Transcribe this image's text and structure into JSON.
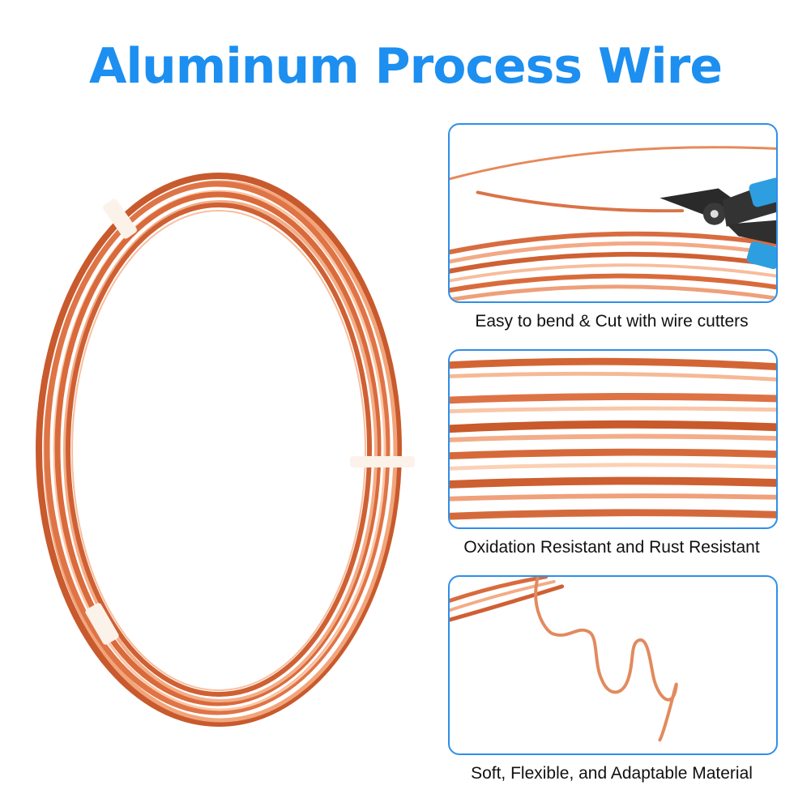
{
  "title": "Aluminum Process Wire",
  "colors": {
    "title": "#1c8ff0",
    "border": "#2f8fe8",
    "wire": "#e07a4a",
    "wire_light": "#f7b590",
    "wire_dark": "#b9532a"
  },
  "features": [
    {
      "caption": "Easy to bend & Cut with wire cutters"
    },
    {
      "caption": "Oxidation Resistant and Rust Resistant"
    },
    {
      "caption": "Soft, Flexible, and Adaptable Material"
    }
  ]
}
